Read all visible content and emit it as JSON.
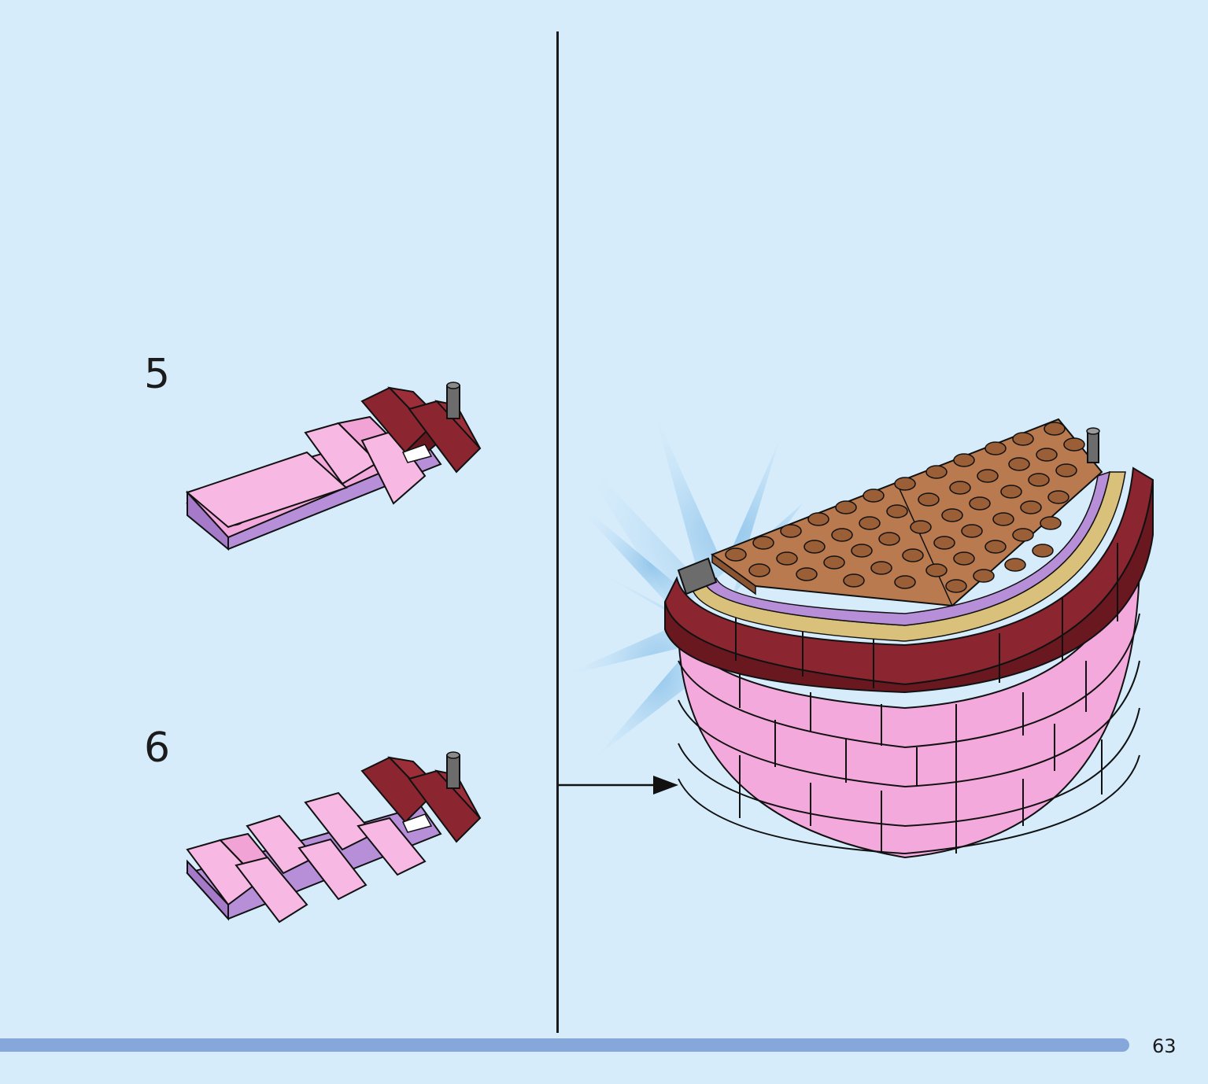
{
  "steps": [
    {
      "number": "5"
    },
    {
      "number": "6"
    }
  ],
  "page": {
    "number": "63"
  },
  "colors": {
    "background": "#d6ecfb",
    "footer_bar": "#85a7da",
    "pink": "#f4a9dc",
    "dark_red": "#7a1e26",
    "lavender": "#b68fd8",
    "brown": "#b97a4f",
    "tan": "#d9c07b",
    "grey": "#6c6c6c"
  }
}
